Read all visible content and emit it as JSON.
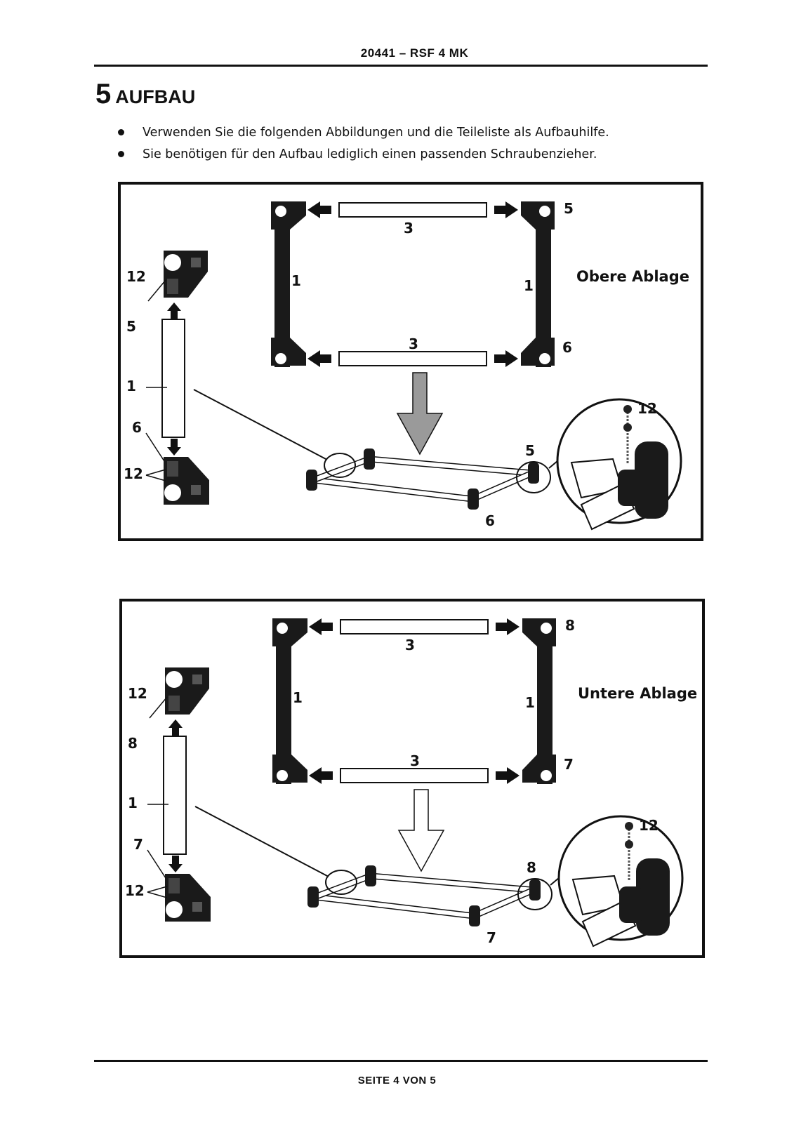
{
  "header": {
    "title": "20441 – RSF 4 MK"
  },
  "section": {
    "number": "5",
    "title": "AUFBAU"
  },
  "bullets": [
    "Verwenden Sie die folgenden Abbildungen und die Teileliste als Aufbauhilfe.",
    "Sie benötigen für den Aufbau lediglich einen passenden Schraubenzieher."
  ],
  "figures": [
    {
      "title": "Obere Ablage",
      "labels": {
        "side_top": "12",
        "side_upper_connector": "5",
        "side_rail": "1",
        "side_lower_connector": "6",
        "side_bottom": "12",
        "rail_top": "3",
        "rail_bottom": "3",
        "post_left": "1",
        "post_right": "1",
        "corner_top_right": "5",
        "corner_bottom_right": "6",
        "assembly_front": "6",
        "assembly_right": "5",
        "detail_screw": "12"
      }
    },
    {
      "title": "Untere Ablage",
      "labels": {
        "side_top": "12",
        "side_upper_connector": "8",
        "side_rail": "1",
        "side_lower_connector": "7",
        "side_bottom": "12",
        "rail_top": "3",
        "rail_bottom": "3",
        "post_left": "1",
        "post_right": "1",
        "corner_top_right": "8",
        "corner_bottom_right": "7",
        "assembly_front": "7",
        "assembly_right": "8",
        "detail_screw": "12"
      }
    }
  ],
  "footer": {
    "text": "SEITE 4 VON 5"
  }
}
